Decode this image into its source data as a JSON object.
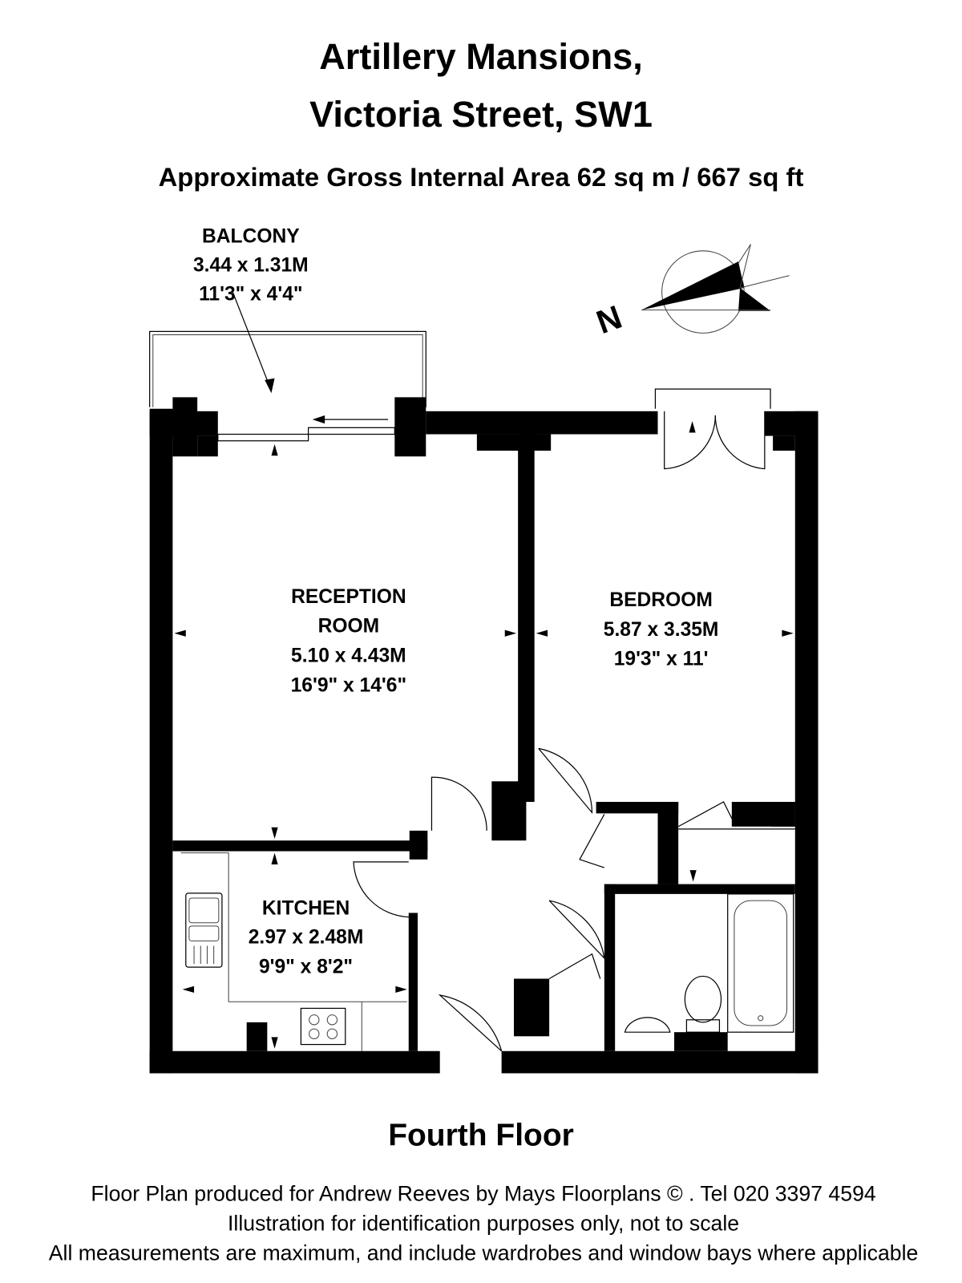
{
  "header": {
    "title_line1": "Artillery Mansions,",
    "title_line2": "Victoria Street, SW1",
    "area": "Approximate Gross Internal Area 62 sq m  /  667 sq ft"
  },
  "compass": {
    "label": "N"
  },
  "rooms": {
    "balcony": {
      "name": "BALCONY",
      "metric": "3.44 x 1.31M",
      "imperial": "11'3\" x 4'4\""
    },
    "reception": {
      "name1": "RECEPTION",
      "name2": "ROOM",
      "metric": "5.10 x 4.43M",
      "imperial": "16'9\" x 14'6\""
    },
    "bedroom": {
      "name": "BEDROOM",
      "metric": "5.87 x 3.35M",
      "imperial": "19'3\" x 11'"
    },
    "kitchen": {
      "name": "KITCHEN",
      "metric": "2.97 x 2.48M",
      "imperial": "9'9\" x 8'2\""
    }
  },
  "floor_label": "Fourth Floor",
  "footer": {
    "line1": "Floor Plan produced for Andrew Reeves by Mays Floorplans  © . Tel 020 3397 4594",
    "line2": "Illustration for identification purposes only, not to scale",
    "line3": "All measurements are maximum, and include wardrobes and window bays where applicable"
  }
}
